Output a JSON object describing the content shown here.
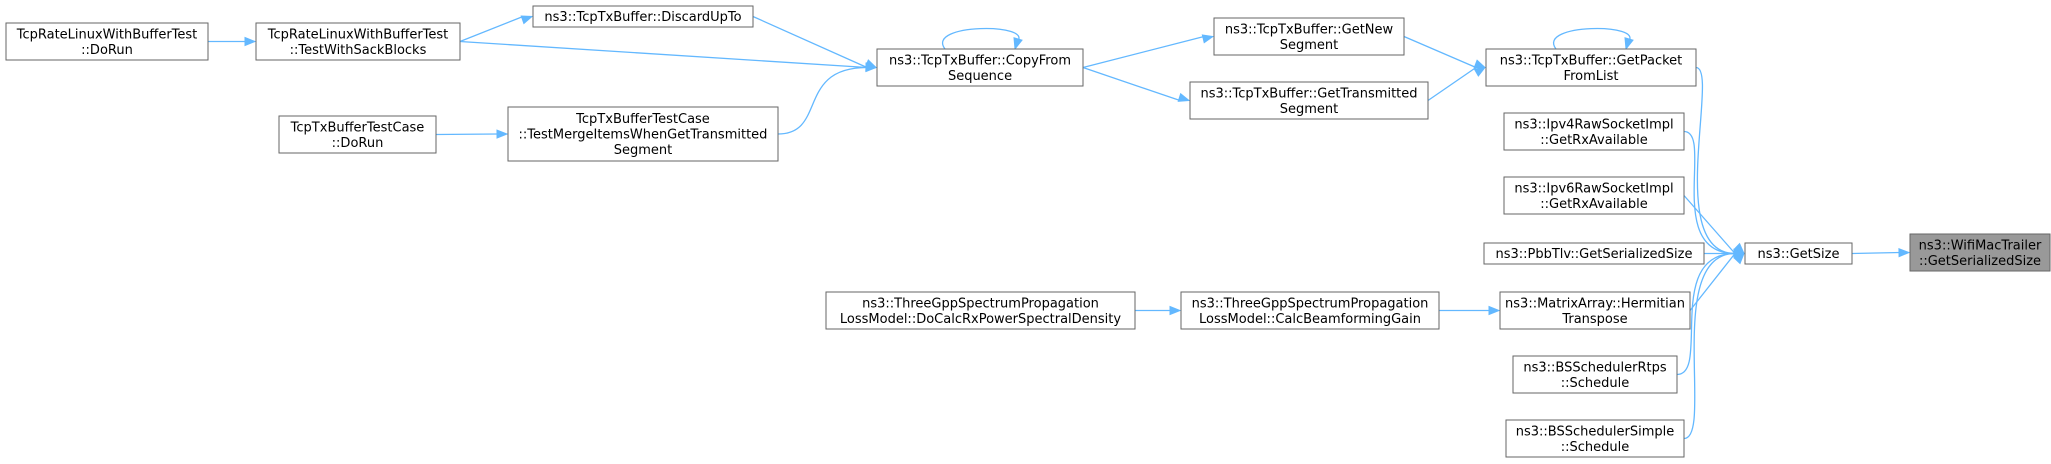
{
  "colors": {
    "edge": "#63b8ff",
    "node_border": "#666666",
    "root_fill": "#999999",
    "node_fill": "#ffffff"
  },
  "nodes": {
    "getserializedsize": [
      "ns3::WifiMacTrailer",
      "::GetSerializedSize"
    ],
    "getsize": [
      "ns3::GetSize"
    ],
    "getpacketfromlist": [
      "ns3::TcpTxBuffer::GetPacket",
      "FromList"
    ],
    "ipv4raw": [
      "ns3::Ipv4RawSocketImpl",
      "::GetRxAvailable"
    ],
    "ipv6raw": [
      "ns3::Ipv6RawSocketImpl",
      "::GetRxAvailable"
    ],
    "pbbtlv": [
      "ns3::PbbTlv::GetSerializedSize"
    ],
    "hermitian": [
      "ns3::MatrixArray::Hermitian",
      "Transpose"
    ],
    "rtps": [
      "ns3::BSSchedulerRtps",
      "::Schedule"
    ],
    "simple": [
      "ns3::BSSchedulerSimple",
      "::Schedule"
    ],
    "getnewsegment": [
      "ns3::TcpTxBuffer::GetNew",
      "Segment"
    ],
    "gettransmitted": [
      "ns3::TcpTxBuffer::GetTransmitted",
      "Segment"
    ],
    "copyfrom": [
      "ns3::TcpTxBuffer::CopyFrom",
      "Sequence"
    ],
    "discardupto": [
      "ns3::TcpTxBuffer::DiscardUpTo"
    ],
    "testwithsack": [
      "TcpRateLinuxWithBufferTest",
      "::TestWithSackBlocks"
    ],
    "ratelinuxdorun": [
      "TcpRateLinuxWithBufferTest",
      "::DoRun"
    ],
    "testmerge": [
      "TcpTxBufferTestCase",
      "::TestMergeItemsWhenGetTransmitted",
      "Segment"
    ],
    "txbufferdorun": [
      "TcpTxBufferTestCase",
      "::DoRun"
    ],
    "calcbeam": [
      "ns3::ThreeGppSpectrumPropagation",
      "LossModel::CalcBeamformingGain"
    ],
    "docalcrx": [
      "ns3::ThreeGppSpectrumPropagation",
      "LossModel::DoCalcRxPowerSpectralDensity"
    ]
  },
  "edges": [
    [
      "getsize",
      "getserializedsize"
    ],
    [
      "getpacketfromlist",
      "getsize"
    ],
    [
      "ipv4raw",
      "getsize"
    ],
    [
      "ipv6raw",
      "getsize"
    ],
    [
      "pbbtlv",
      "getsize"
    ],
    [
      "hermitian",
      "getsize"
    ],
    [
      "rtps",
      "getsize"
    ],
    [
      "simple",
      "getsize"
    ],
    [
      "getnewsegment",
      "getpacketfromlist"
    ],
    [
      "gettransmitted",
      "getpacketfromlist"
    ],
    [
      "getpacketfromlist",
      "getpacketfromlist"
    ],
    [
      "copyfrom",
      "getnewsegment"
    ],
    [
      "copyfrom",
      "gettransmitted"
    ],
    [
      "copyfrom",
      "copyfrom"
    ],
    [
      "discardupto",
      "copyfrom"
    ],
    [
      "testwithsack",
      "copyfrom"
    ],
    [
      "testmerge",
      "copyfrom"
    ],
    [
      "testwithsack",
      "discardupto"
    ],
    [
      "ratelinuxdorun",
      "testwithsack"
    ],
    [
      "txbufferdorun",
      "testmerge"
    ],
    [
      "calcbeam",
      "hermitian"
    ],
    [
      "docalcrx",
      "calcbeam"
    ]
  ]
}
